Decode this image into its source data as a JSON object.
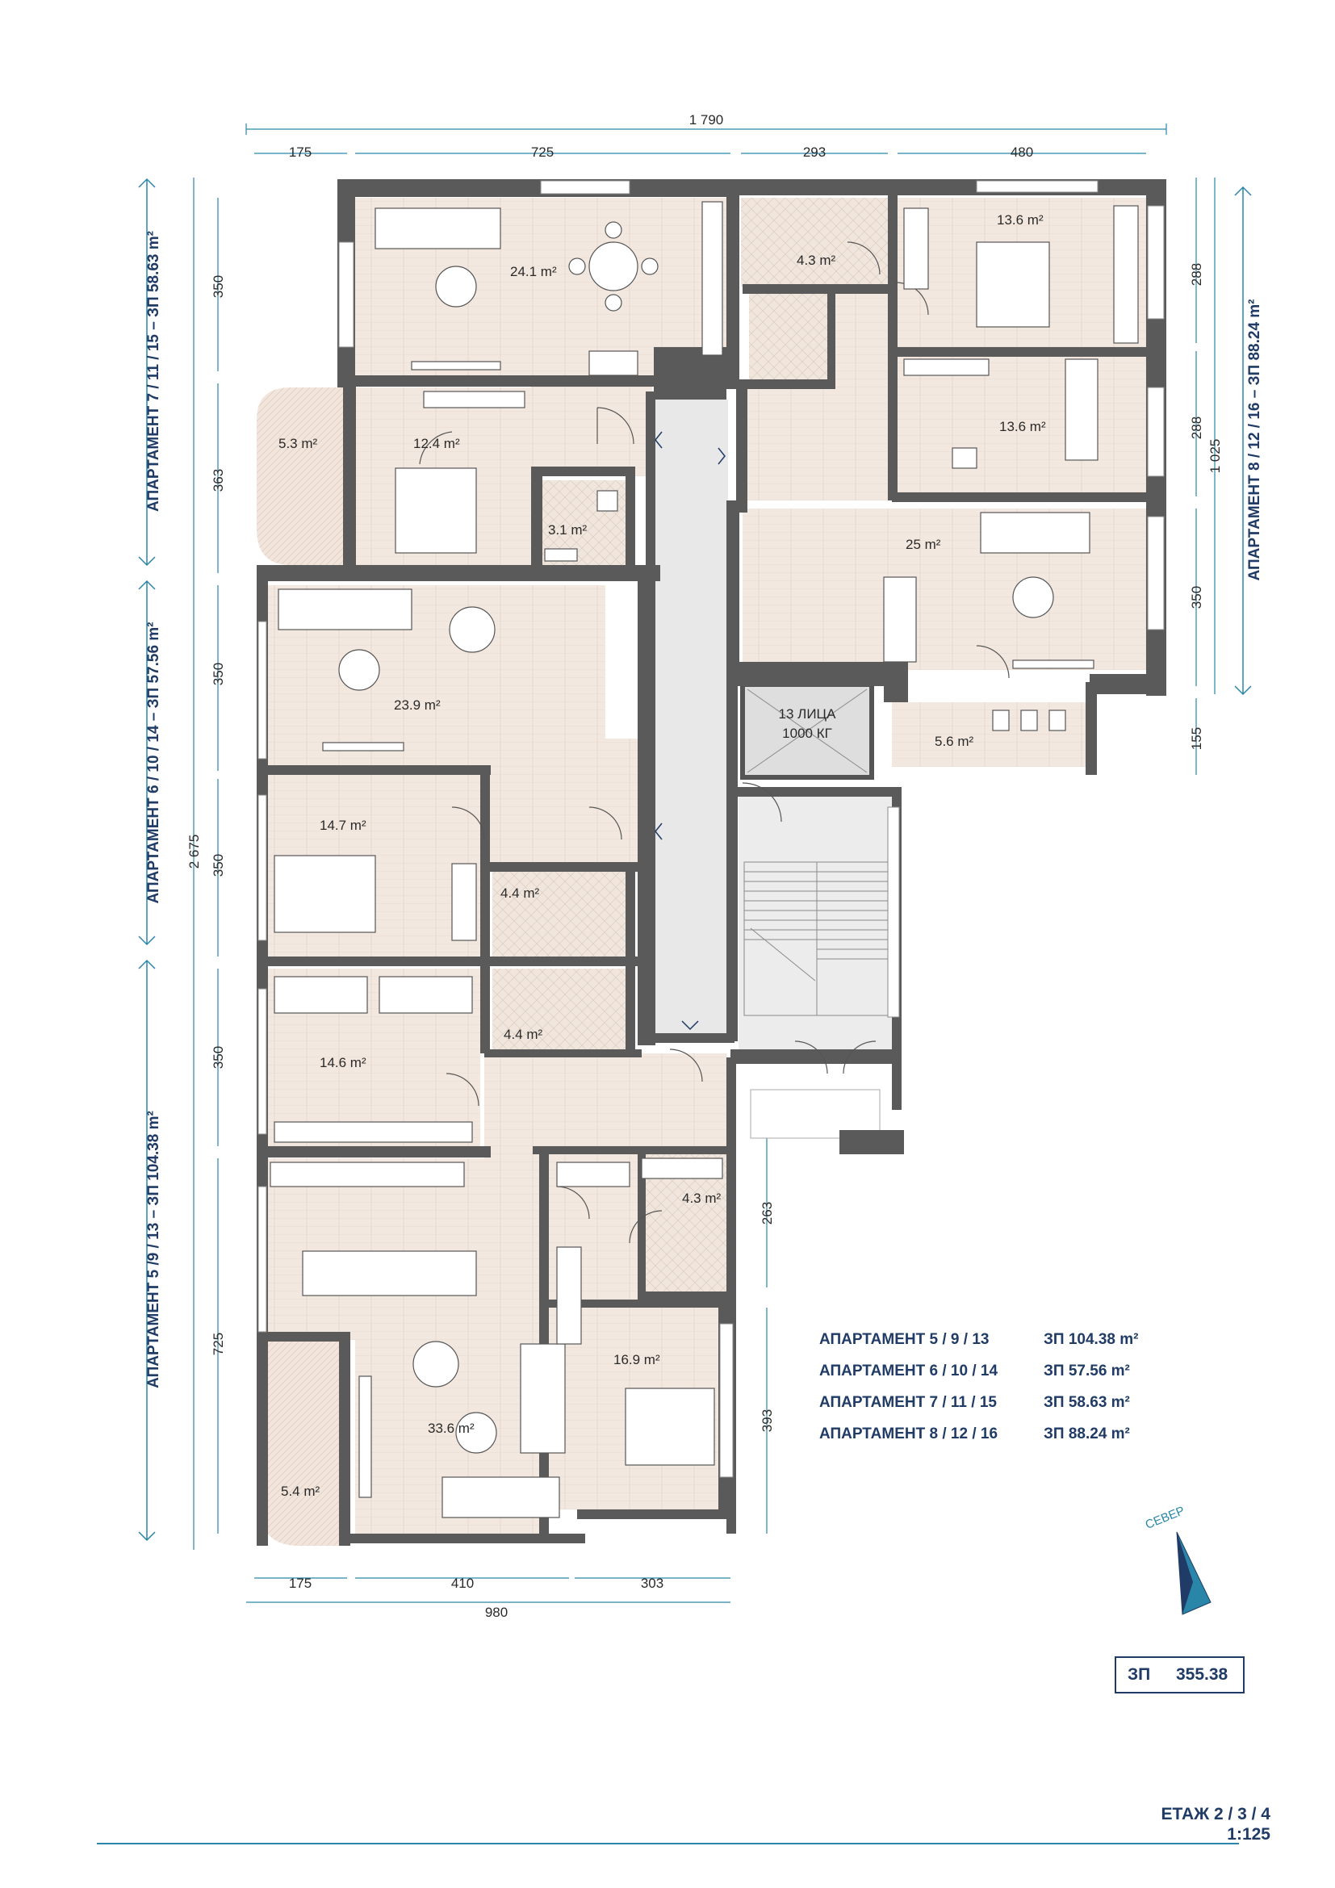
{
  "dimensions": {
    "top_total": "1 790",
    "top_segments": [
      "175",
      "725",
      "293",
      "480"
    ],
    "bottom_segments": [
      "175",
      "410",
      "303"
    ],
    "bottom_total": "980",
    "left_total": "2 675",
    "left_segments": [
      "350",
      "363",
      "350",
      "350",
      "350",
      "725"
    ],
    "right_segments": [
      "288",
      "288",
      "350",
      "155"
    ],
    "right_total": "1 025",
    "right_lower_segments": [
      "263",
      "393"
    ]
  },
  "apartment_labels": {
    "apt5": "АПАРТАМЕНТ 5 /9 / 13 – ЗП 104.38 m²",
    "apt6": "АПАРТАМЕНТ 6 / 10 / 14 – ЗП 57.56 m²",
    "apt7": "АПАРТАМЕНТ 7 / 11 / 15 – ЗП 58.63 m²",
    "apt8": "АПАРТАМЕНТ 8 / 12 / 16 – ЗП 88.24 m²"
  },
  "rooms": {
    "r_24_1": "24.1 m²",
    "r_4_3_top": "4.3 m²",
    "r_13_6_top": "13.6 m²",
    "r_5_3": "5.3 m²",
    "r_12_4": "12.4 m²",
    "r_3_1": "3.1 m²",
    "r_13_6_mid": "13.6 m²",
    "r_25": "25 m²",
    "r_23_9": "23.9 m²",
    "r_5_6": "5.6 m²",
    "r_14_7": "14.7 m²",
    "r_4_4_a": "4.4 m²",
    "r_4_4_b": "4.4 m²",
    "r_14_6": "14.6 m²",
    "r_4_3_low": "4.3 m²",
    "r_16_9": "16.9 m²",
    "r_33_6": "33.6 m²",
    "r_5_4": "5.4 m²"
  },
  "elevator": {
    "line1": "13 ЛИЦА",
    "line2": "1000 КГ"
  },
  "legend": [
    {
      "name": "АПАРТАМЕНТ 5 / 9 / 13",
      "area": "ЗП 104.38 m²"
    },
    {
      "name": "АПАРТАМЕНТ 6 / 10 / 14",
      "area": "ЗП 57.56 m²"
    },
    {
      "name": "АПАРТАМЕНТ 7 / 11 / 15",
      "area": "ЗП 58.63 m²"
    },
    {
      "name": "АПАРТАМЕНТ 8 / 12 / 16",
      "area": "ЗП 88.24 m²"
    }
  ],
  "north_label": "СЕВЕР",
  "total": {
    "label": "ЗП",
    "value": "355.38"
  },
  "floor": {
    "title": "ЕТАЖ 2 / 3 / 4",
    "scale": "1:125"
  },
  "colors": {
    "accent": "#1f3b66",
    "cyan": "#2a86a8",
    "wall": "#555555",
    "floor_fill": "#efe3da",
    "corridor": "#e9e9e9"
  }
}
